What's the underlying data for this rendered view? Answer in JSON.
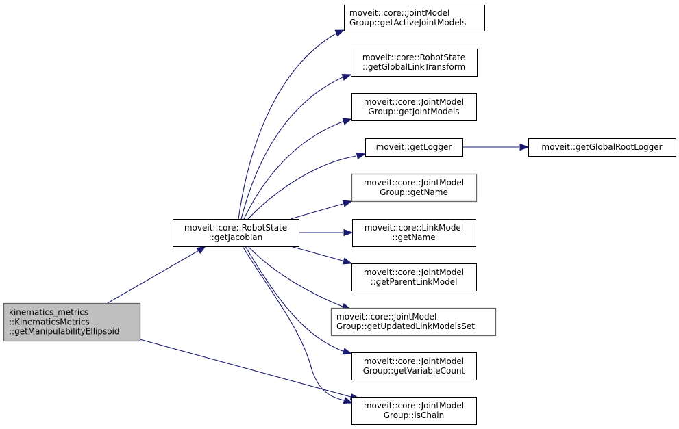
{
  "diagram": {
    "title": "Call graph of kinematics_metrics::KinematicsMetrics::getManipulabilityEllipsoid",
    "edge_color": "#191970",
    "root_fill": "#bfbfbf",
    "nodes": [
      {
        "id": "root",
        "lines": [
          "kinematics_metrics",
          "::KinematicsMetrics",
          "::getManipulabilityEllipsoid"
        ],
        "align": "start"
      },
      {
        "id": "getJacobian",
        "lines": [
          "moveit::core::RobotState",
          "::getJacobian"
        ]
      },
      {
        "id": "getActiveJointModels",
        "lines": [
          "moveit::core::JointModel",
          "Group::getActiveJointModels"
        ],
        "align": "start"
      },
      {
        "id": "getGlobalLinkTransform",
        "lines": [
          "moveit::core::RobotState",
          "::getGlobalLinkTransform"
        ]
      },
      {
        "id": "getJointModels",
        "lines": [
          "moveit::core::JointModel",
          "Group::getJointModels"
        ]
      },
      {
        "id": "getLogger",
        "lines": [
          "moveit::getLogger"
        ]
      },
      {
        "id": "getGlobalRootLogger",
        "lines": [
          "moveit::getGlobalRootLogger"
        ]
      },
      {
        "id": "getNameGroup",
        "lines": [
          "moveit::core::JointModel",
          "Group::getName"
        ]
      },
      {
        "id": "getNameLink",
        "lines": [
          "moveit::core::LinkModel",
          "::getName"
        ]
      },
      {
        "id": "getParentLinkModel",
        "lines": [
          "moveit::core::JointModel",
          "::getParentLinkModel"
        ]
      },
      {
        "id": "getUpdatedLinkModelsSet",
        "lines": [
          "moveit::core::JointModel",
          "Group::getUpdatedLinkModelsSet"
        ],
        "align": "start"
      },
      {
        "id": "getVariableCount",
        "lines": [
          "moveit::core::JointModel",
          "Group::getVariableCount"
        ]
      },
      {
        "id": "isChain",
        "lines": [
          "moveit::core::JointModel",
          "Group::isChain"
        ]
      }
    ],
    "edges": [
      {
        "from": "root",
        "to": "getJacobian"
      },
      {
        "from": "root",
        "to": "isChain"
      },
      {
        "from": "getJacobian",
        "to": "getActiveJointModels"
      },
      {
        "from": "getJacobian",
        "to": "getGlobalLinkTransform"
      },
      {
        "from": "getJacobian",
        "to": "getJointModels"
      },
      {
        "from": "getJacobian",
        "to": "getLogger"
      },
      {
        "from": "getJacobian",
        "to": "getNameGroup"
      },
      {
        "from": "getJacobian",
        "to": "getNameLink"
      },
      {
        "from": "getJacobian",
        "to": "getParentLinkModel"
      },
      {
        "from": "getJacobian",
        "to": "getUpdatedLinkModelsSet"
      },
      {
        "from": "getJacobian",
        "to": "getVariableCount"
      },
      {
        "from": "getJacobian",
        "to": "isChain"
      },
      {
        "from": "getLogger",
        "to": "getGlobalRootLogger"
      }
    ]
  }
}
